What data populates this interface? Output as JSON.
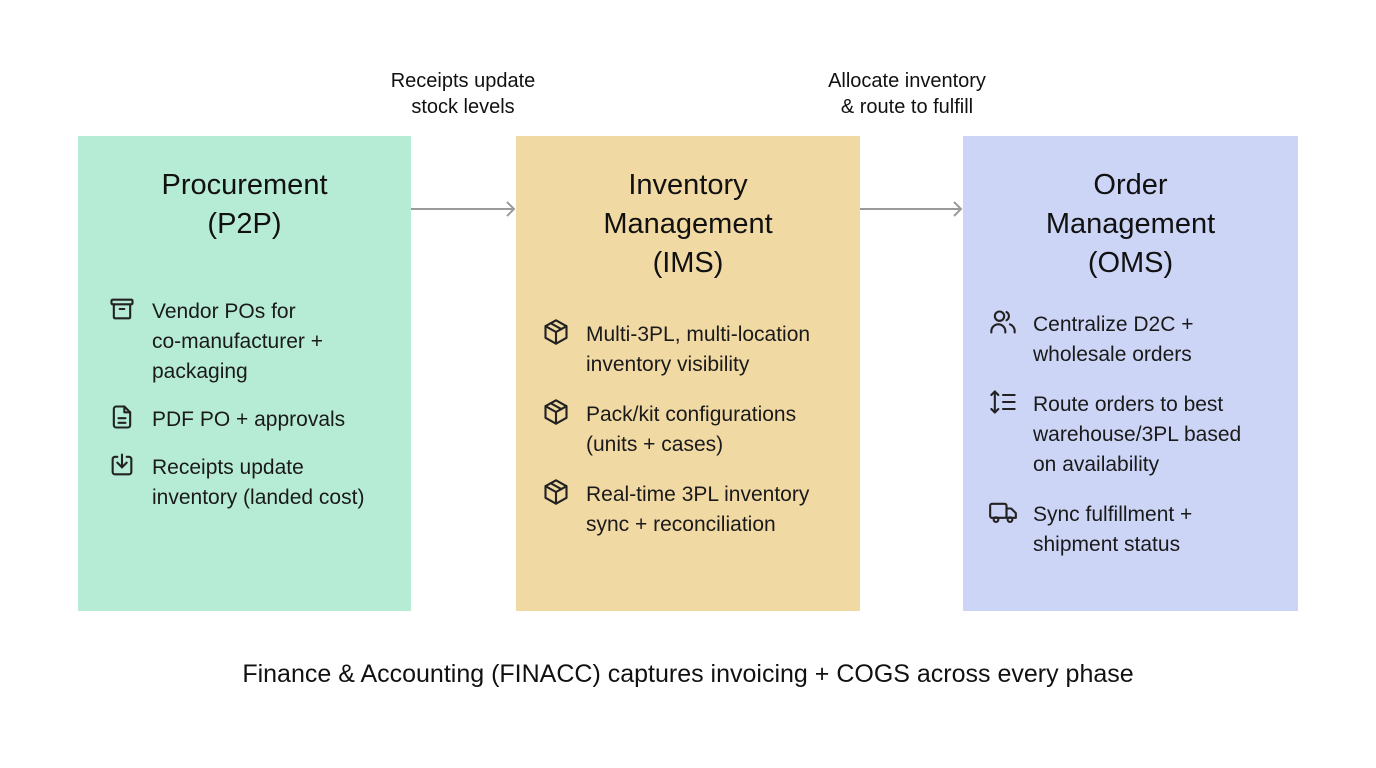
{
  "colors": {
    "procurement": "#b6ecd6",
    "inventory": "#f1d9a4",
    "order": "#cdd5f7",
    "arrow": "#9a9a9a"
  },
  "edges": [
    {
      "from": "procurement",
      "to": "inventory",
      "label_line1": "Receipts update",
      "label_line2": "stock levels"
    },
    {
      "from": "inventory",
      "to": "order",
      "label_line1": "Allocate inventory",
      "label_line2": "& route to fulfill"
    }
  ],
  "cards": [
    {
      "id": "procurement",
      "title_lines": [
        "Procurement",
        "(P2P)"
      ],
      "items": [
        {
          "icon": "archive-icon",
          "text_lines": [
            "Vendor POs for",
            "co-manufacturer +",
            "packaging"
          ]
        },
        {
          "icon": "document-icon",
          "text_lines": [
            "PDF PO + approvals"
          ]
        },
        {
          "icon": "download-tray-icon",
          "text_lines": [
            "Receipts update",
            "inventory (landed cost)"
          ]
        }
      ]
    },
    {
      "id": "inventory",
      "title_lines": [
        "Inventory",
        "Management",
        "(IMS)"
      ],
      "items": [
        {
          "icon": "package-icon",
          "text_lines": [
            "Multi-3PL, multi-location",
            "inventory visibility"
          ]
        },
        {
          "icon": "package-icon",
          "text_lines": [
            "Pack/kit configurations",
            "(units + cases)"
          ]
        },
        {
          "icon": "package-icon",
          "text_lines": [
            "Real-time 3PL inventory",
            "sync + reconciliation"
          ]
        }
      ]
    },
    {
      "id": "order",
      "title_lines": [
        "Order",
        "Management",
        "(OMS)"
      ],
      "items": [
        {
          "icon": "users-icon",
          "text_lines": [
            "Centralize D2C +",
            "wholesale orders"
          ]
        },
        {
          "icon": "sort-list-icon",
          "text_lines": [
            "Route orders to best",
            "warehouse/3PL based",
            "on availability"
          ]
        },
        {
          "icon": "truck-icon",
          "text_lines": [
            "Sync fulfillment +",
            "shipment status"
          ]
        }
      ]
    }
  ],
  "footer": "Finance & Accounting (FINACC) captures invoicing + COGS across every phase"
}
